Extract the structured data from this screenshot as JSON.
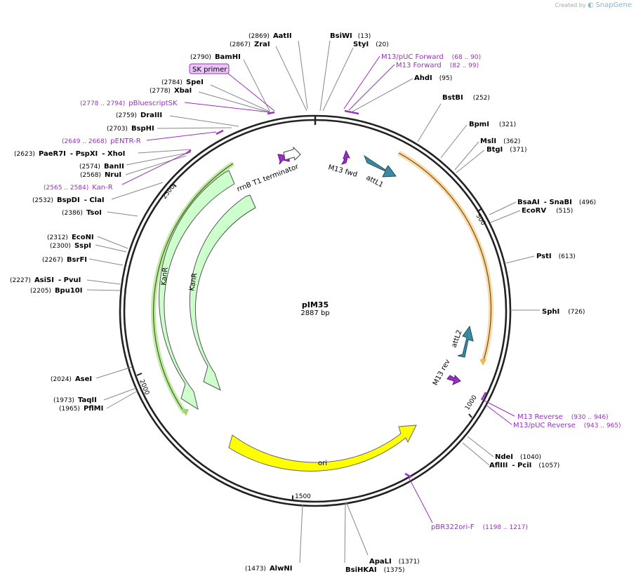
{
  "credit": {
    "prefix": "Created by",
    "brand": "SnapGene"
  },
  "plasmid": {
    "name": "pIM35",
    "length": "2887 bp"
  },
  "ring_ticks": [
    {
      "label": "500",
      "color": "#000"
    },
    {
      "label": "1000",
      "color": "#000"
    },
    {
      "label": "1500",
      "color": "#000"
    },
    {
      "label": "2000",
      "color": "#000"
    },
    {
      "label": "2500",
      "color": "#000"
    }
  ],
  "enzymes": [
    {
      "name": "AatII",
      "pos": "(2869)"
    },
    {
      "name": "ZraI",
      "pos": "(2867)"
    },
    {
      "name": "BsiWI",
      "pos": "(13)"
    },
    {
      "name": "StyI",
      "pos": "(20)"
    },
    {
      "name": "BamHI",
      "pos": "(2790)"
    },
    {
      "name": "SpeI",
      "pos": "(2784)"
    },
    {
      "name": "XbaI",
      "pos": "(2778)"
    },
    {
      "name": "AhdI",
      "pos": "(95)"
    },
    {
      "name": "BstBI",
      "pos": "(252)"
    },
    {
      "name": "DraIII",
      "pos": "(2759)"
    },
    {
      "name": "BspHI",
      "pos": "(2703)"
    },
    {
      "name": "BpmI",
      "pos": "(321)"
    },
    {
      "name": "MslI",
      "pos": "(362)"
    },
    {
      "name": "BtgI",
      "pos": "(371)"
    },
    {
      "name": "PaeR7I",
      "pos": "(2623)",
      "extra": [
        "PspXI",
        "XhoI"
      ]
    },
    {
      "name": "BanII",
      "pos": "(2574)"
    },
    {
      "name": "NruI",
      "pos": "(2568)"
    },
    {
      "name": "BspDI",
      "pos": "(2532)",
      "extra": [
        "ClaI"
      ]
    },
    {
      "name": "TsoI",
      "pos": "(2386)"
    },
    {
      "name": "BsaAI",
      "pos": "(496)",
      "extra": [
        "SnaBI"
      ]
    },
    {
      "name": "EcoRV",
      "pos": "(515)"
    },
    {
      "name": "PstI",
      "pos": "(613)"
    },
    {
      "name": "EcoNI",
      "pos": "(2312)"
    },
    {
      "name": "SspI",
      "pos": "(2300)"
    },
    {
      "name": "BsrFI",
      "pos": "(2267)"
    },
    {
      "name": "SphI",
      "pos": "(726)"
    },
    {
      "name": "AsiSI",
      "pos": "(2227)",
      "extra": [
        "PvuI"
      ]
    },
    {
      "name": "Bpu10I",
      "pos": "(2205)"
    },
    {
      "name": "AseI",
      "pos": "(2024)"
    },
    {
      "name": "TaqII",
      "pos": "(1973)"
    },
    {
      "name": "PflMI",
      "pos": "(1965)"
    },
    {
      "name": "NdeI",
      "pos": "(1040)"
    },
    {
      "name": "AflIII",
      "pos": "(1057)",
      "extra": [
        "PciI"
      ]
    },
    {
      "name": "ApaLI",
      "pos": "(1371)"
    },
    {
      "name": "BsiHKAI",
      "pos": "(1375)"
    },
    {
      "name": "AlwNI",
      "pos": "(1473)"
    }
  ],
  "primers": [
    {
      "name": "M13/pUC Forward",
      "range": "(68 .. 90)"
    },
    {
      "name": "M13 Forward",
      "range": "(82 .. 99)"
    },
    {
      "name": "pBluescriptSK",
      "range": "(2778 .. 2794)"
    },
    {
      "name": "pENTR-R",
      "range": "(2649 .. 2668)"
    },
    {
      "name": "Kan-R",
      "range": "(2565 .. 2584)"
    },
    {
      "name": "M13 Reverse",
      "range": "(930 .. 946)"
    },
    {
      "name": "M13/pUC Reverse",
      "range": "(943 .. 965)"
    },
    {
      "name": "pBR322ori-F",
      "range": "(1198 .. 1217)"
    }
  ],
  "sk_primer": {
    "label": "SK primer",
    "fill": "#e9c6f7",
    "stroke": "#9b2fc4"
  },
  "features": [
    {
      "name": "rrnB T1 terminator",
      "color": "#ffffff"
    },
    {
      "name": "M13 fwd",
      "color": "#9b2fc4"
    },
    {
      "name": "attL1",
      "color": "#3a8aa0"
    },
    {
      "name": "attL2",
      "color": "#3a8aa0"
    },
    {
      "name": "M13 rev",
      "color": "#9b2fc4"
    },
    {
      "name": "ori",
      "color": "#ffff00"
    },
    {
      "name": "KanR",
      "color": "#ccffcc"
    },
    {
      "name": "KanR",
      "color": "#ccffcc"
    }
  ],
  "colors": {
    "primer": "#9b2fc4",
    "enzyme": "#000000",
    "ring": "#222222",
    "orange_orf": "#f1b85a",
    "green_orf": "#9bd86e"
  }
}
